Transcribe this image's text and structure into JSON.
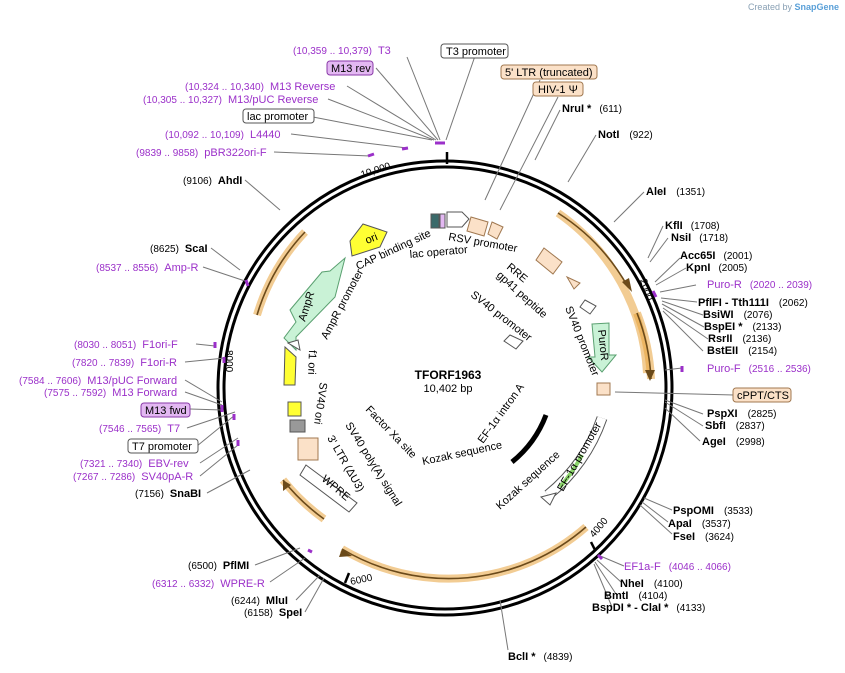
{
  "credit": {
    "prefix": "Created by",
    "brand": "SnapGene"
  },
  "plasmid": {
    "name": "TFORF1963",
    "size": "10,402 bp"
  },
  "ticks": [
    "10,000",
    "2000",
    "4000",
    "6000",
    "8000"
  ],
  "boxed_labels": [
    {
      "text": "T3 promoter",
      "fill": "#ffffff",
      "stroke": "#555555"
    },
    {
      "text": "M13 rev",
      "fill": "#e3b8f2",
      "stroke": "#8a3aa8"
    },
    {
      "text": "5' LTR (truncated)",
      "fill": "#fbe1c8",
      "stroke": "#a07850"
    },
    {
      "text": "HIV-1 Ψ",
      "fill": "#fbe1c8",
      "stroke": "#a07850"
    },
    {
      "text": "lac promoter",
      "fill": "#ffffff",
      "stroke": "#555555"
    },
    {
      "text": "cPPT/CTS",
      "fill": "#fbe1c8",
      "stroke": "#a07850"
    },
    {
      "text": "M13 fwd",
      "fill": "#e3b8f2",
      "stroke": "#8a3aa8"
    },
    {
      "text": "T7 promoter",
      "fill": "#ffffff",
      "stroke": "#555555"
    }
  ],
  "primers": [
    {
      "range": "(10,359 .. 10,379)",
      "name": "T3"
    },
    {
      "range": "(10,324 .. 10,340)",
      "name": "M13 Reverse"
    },
    {
      "range": "(10,305 .. 10,327)",
      "name": "M13/pUC Reverse"
    },
    {
      "range": "(10,092 .. 10,109)",
      "name": "L4440"
    },
    {
      "range": "(9839 .. 9858)",
      "name": "pBR322ori-F"
    },
    {
      "range": "(8537 .. 8556)",
      "name": "Amp-R"
    },
    {
      "range": "(8030 .. 8051)",
      "name": "F1ori-F"
    },
    {
      "range": "(7820 .. 7839)",
      "name": "F1ori-R"
    },
    {
      "range": "(7584 .. 7606)",
      "name": "M13/pUC Forward"
    },
    {
      "range": "(7575 .. 7592)",
      "name": "M13 Forward"
    },
    {
      "range": "(7546 .. 7565)",
      "name": "T7"
    },
    {
      "range": "(7321 .. 7340)",
      "name": "EBV-rev"
    },
    {
      "range": "(7267 .. 7286)",
      "name": "SV40pA-R"
    },
    {
      "range": "(6312 .. 6332)",
      "name": "WPRE-R"
    },
    {
      "range": "(2020 .. 2039)",
      "name": "Puro-R"
    },
    {
      "range": "(2516 .. 2536)",
      "name": "Puro-F"
    },
    {
      "range": "(4046 .. 4066)",
      "name": "EF1a-F"
    }
  ],
  "enzymes_left": [
    {
      "pos": "(9106)",
      "name": "AhdI"
    },
    {
      "pos": "(8625)",
      "name": "ScaI"
    },
    {
      "pos": "(7156)",
      "name": "SnaBI"
    },
    {
      "pos": "(6500)",
      "name": "PflMI"
    },
    {
      "pos": "(6244)",
      "name": "MluI"
    },
    {
      "pos": "(6158)",
      "name": "SpeI"
    }
  ],
  "enzymes_right": [
    {
      "name": "NruI *",
      "pos": "(611)"
    },
    {
      "name": "NotI",
      "pos": "(922)"
    },
    {
      "name": "AleI",
      "pos": "(1351)"
    },
    {
      "name": "KflI",
      "pos": "(1708)"
    },
    {
      "name": "NsiI",
      "pos": "(1718)"
    },
    {
      "name": "Acc65I",
      "pos": "(2001)"
    },
    {
      "name": "KpnI",
      "pos": "(2005)"
    },
    {
      "name": "PflFI - Tth111I",
      "pos": "(2062)"
    },
    {
      "name": "BsiWI",
      "pos": "(2076)"
    },
    {
      "name": "BspEI *",
      "pos": "(2133)"
    },
    {
      "name": "RsrII",
      "pos": "(2136)"
    },
    {
      "name": "BstEII",
      "pos": "(2154)"
    },
    {
      "name": "PspXI",
      "pos": "(2825)"
    },
    {
      "name": "SbfI",
      "pos": "(2837)"
    },
    {
      "name": "AgeI",
      "pos": "(2998)"
    },
    {
      "name": "PspOMI",
      "pos": "(3533)"
    },
    {
      "name": "ApaI",
      "pos": "(3537)"
    },
    {
      "name": "FseI",
      "pos": "(3624)"
    },
    {
      "name": "NheI",
      "pos": "(4100)"
    },
    {
      "name": "BmtI",
      "pos": "(4104)"
    },
    {
      "name": "BspDI * - ClaI *",
      "pos": "(4133)"
    },
    {
      "name": "BclI *",
      "pos": "(4839)"
    }
  ],
  "inner_features": [
    "RSV promoter",
    "lac operator",
    "CAP binding site",
    "ori",
    "AmpR",
    "AmpR promoter",
    "f1 ori",
    "SV40 ori",
    "SV40 poly(A) signal",
    "3' LTR (ΔU3)",
    "WPRE",
    "Factor Xa site",
    "RRE",
    "gp41 peptide",
    "SV40 promoter",
    "PuroR",
    "EF-1α intron A",
    "Kozak sequence",
    "EF-1α promoter",
    "Kozak sequence",
    "SV40 promoter"
  ],
  "colors": {
    "primer": "#9b30c9",
    "orf_fill": "#fbe1c8",
    "ori": "#ffff00",
    "amp": "#c9f2d6",
    "arc": "#e8a33a"
  }
}
